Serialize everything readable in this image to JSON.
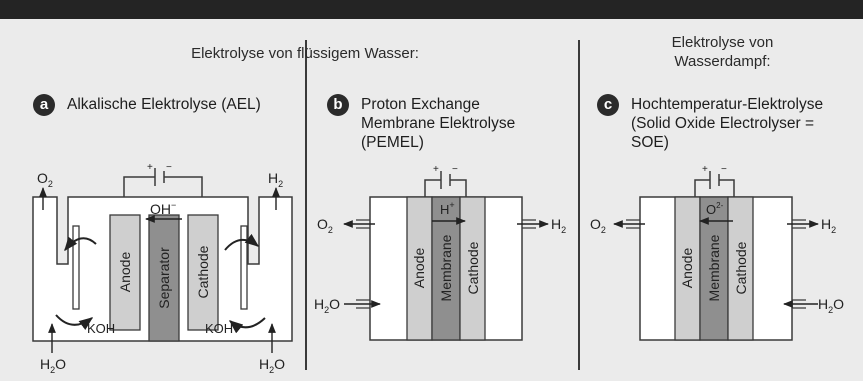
{
  "header_liquid": "Elektrolyse von flüssigem Wasser:",
  "header_vapor_line1": "Elektrolyse von",
  "header_vapor_line2": "Wasserdampf:",
  "sections": {
    "a": {
      "badge": "a",
      "title": [
        "Alkalische Elektrolyse (AEL)"
      ],
      "anode": "Anode",
      "separator": "Separator",
      "cathode": "Cathode",
      "ion": "OH",
      "ion_sup": "−",
      "gas_left": "O",
      "gas_left_sub": "2",
      "gas_right": "H",
      "gas_right_sub": "2",
      "water_left": "H",
      "water_left_sub": "2",
      "water_left_end": "O",
      "water_right": "H",
      "water_right_sub": "2",
      "water_right_end": "O",
      "koh_left": "KOH",
      "koh_right": "KOH"
    },
    "b": {
      "badge": "b",
      "title": [
        "Proton Exchange",
        "Membrane Elektrolyse",
        "(PEMEL)"
      ],
      "anode": "Anode",
      "membrane": "Membrane",
      "cathode": "Cathode",
      "ion": "H",
      "ion_sup": "+",
      "gas_left": "O",
      "gas_left_sub": "2",
      "gas_right": "H",
      "gas_right_sub": "2",
      "water": "H",
      "water_sub": "2",
      "water_end": "O"
    },
    "c": {
      "badge": "c",
      "title": [
        "Hochtemperatur-Elektrolyse",
        "(Solid Oxide Electrolyser =",
        "SOE)"
      ],
      "anode": "Anode",
      "membrane": "Membrane",
      "cathode": "Cathode",
      "ion": "O",
      "ion_sup": "2-",
      "gas_left": "O",
      "gas_left_sub": "2",
      "gas_right": "H",
      "gas_right_sub": "2",
      "water": "H",
      "water_sub": "2",
      "water_end": "O"
    }
  },
  "polarity": {
    "plus": "+",
    "minus": "−"
  },
  "colors": {
    "bar": "#242424",
    "background": "#ebebeb",
    "cell_fill": "#ffffff",
    "electrode": "#cfcfcf",
    "membrane": "#8f8f8f",
    "line": "#3a3a3a"
  }
}
